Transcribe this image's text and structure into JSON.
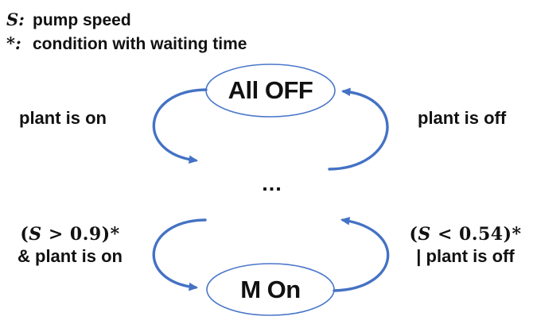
{
  "legend": {
    "line1": {
      "symbol": "S:",
      "text": "pump speed"
    },
    "line2": {
      "symbol": "*:",
      "text": "condition with waiting time"
    }
  },
  "diagram": {
    "top_state": "All OFF",
    "bottom_state": "M On",
    "ellipsis": "...",
    "transitions": {
      "from_all_off_label": "plant is on",
      "to_all_off_label": "plant is off",
      "to_m_on": {
        "open": "(",
        "var": "S",
        "rest": " > 0.9)*",
        "line2": "& plant is on"
      },
      "from_m_on": {
        "open": "(",
        "var": "S",
        "rest": " < 0.54)*",
        "line2": "| plant is off"
      }
    }
  },
  "colors": {
    "arrow_blue": "#4472C4",
    "ellipse_stroke": "#4a77c9",
    "text_black": "#111111",
    "background": "#ffffff"
  }
}
